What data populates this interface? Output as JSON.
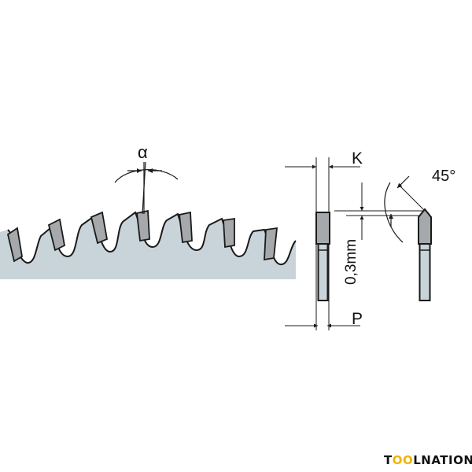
{
  "diagram": {
    "alpha_label": "α",
    "kerf_label": "K",
    "plate_label": "P",
    "bevel_angle_label": "45°",
    "chamfer_label": "0,3mm"
  },
  "watermark": {
    "prefix": "T",
    "oo": "OO",
    "suffix": "LNATION",
    "accent_color": "#f0b400"
  },
  "colors": {
    "blade_fill": "#c9d4da",
    "tip_fill": "#a6a9ab",
    "line": "#1a1a1a"
  }
}
